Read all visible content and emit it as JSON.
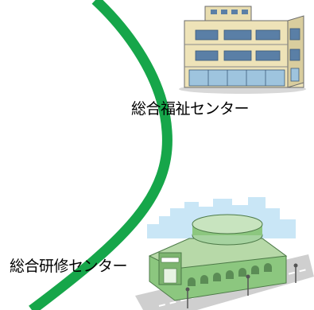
{
  "labels": {
    "welfare_center": "総合福祉センター",
    "training_center": "総合研修センター"
  },
  "colors": {
    "route_line": "#16A64A",
    "welfare_building_facade": "#EEE3B8",
    "welfare_windows": "#5A7FA6",
    "training_building_roof": "#B7D9A8",
    "training_building_wall": "#8CC77F",
    "sky_backdrop": "#C9E6F6"
  },
  "icons": {
    "welfare_building": "office-building-illustration",
    "training_building": "dome-facility-illustration"
  }
}
